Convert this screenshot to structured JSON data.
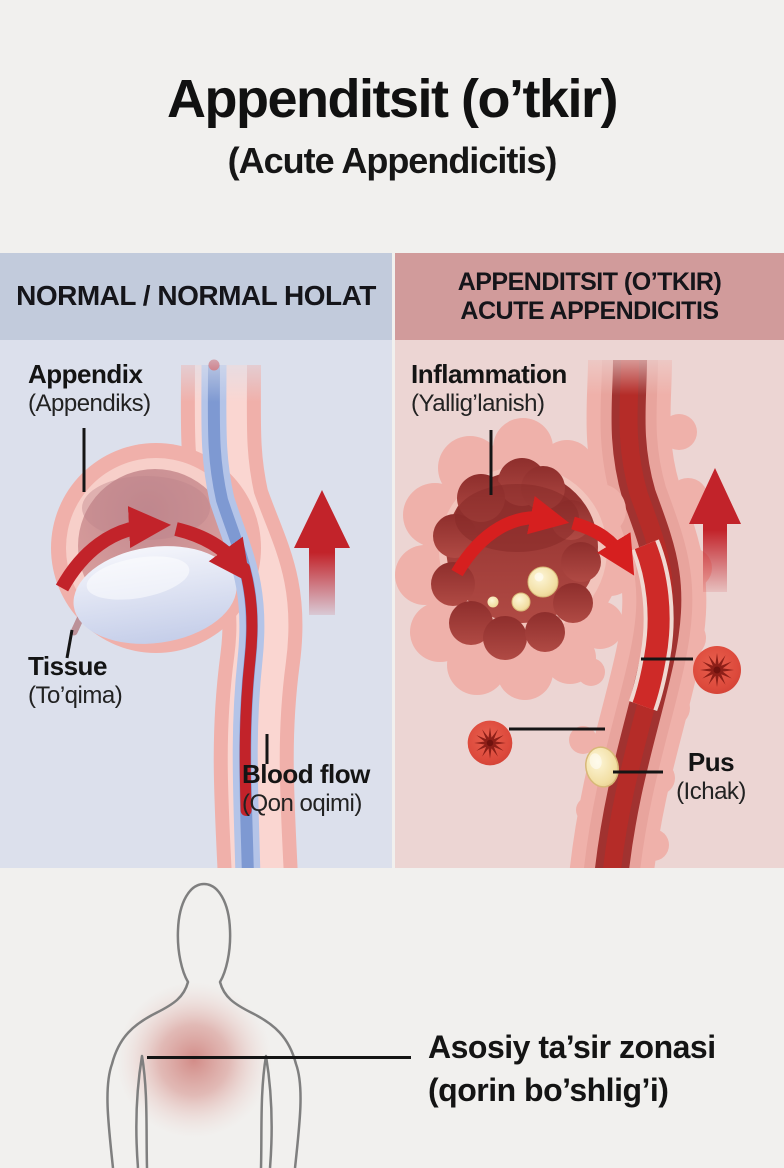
{
  "title": {
    "main": "Appenditsit (o’tkir)",
    "sub": "(Acute Appendicitis)"
  },
  "panels": {
    "normal": {
      "header": "NORMAL / NORMAL HOLAT",
      "labels": {
        "appendix": {
          "primary": "Appendix",
          "secondary": "(Appendiks)"
        },
        "tissue": {
          "primary": "Tissue",
          "secondary": "(To’qima)"
        },
        "blood_flow": {
          "primary": "Blood flow",
          "secondary": "(Qon oqimi)"
        }
      }
    },
    "acute": {
      "header_line1": "APPENDITSIT (O’TKIR)",
      "header_line2": "ACUTE APPENDICITIS",
      "labels": {
        "inflammation": {
          "primary": "Inflammation",
          "secondary": "(Yallig’lanish)"
        },
        "pus": {
          "primary": "Pus",
          "secondary": "(Ichak)"
        }
      }
    }
  },
  "footer": {
    "impact_line1": "Asosiy ta’sir zonasi",
    "impact_line2": "(qorin bo’shlig’i)"
  },
  "colors": {
    "page_bg": "#f1f0ee",
    "accent_red": "#c2232a",
    "normal_header_bg": "#c2cbdc",
    "normal_panel_bg": "#dce0ec",
    "acute_header_bg": "#d19b9b",
    "acute_panel_bg": "#ecd5d3",
    "vein_blue": "#7e99d2",
    "tissue_lavender": "#c9d2ea",
    "inflamed_dark_red": "#9c3a36",
    "pus_yellow": "#f3e1a6",
    "text": "#1b1b1b"
  }
}
